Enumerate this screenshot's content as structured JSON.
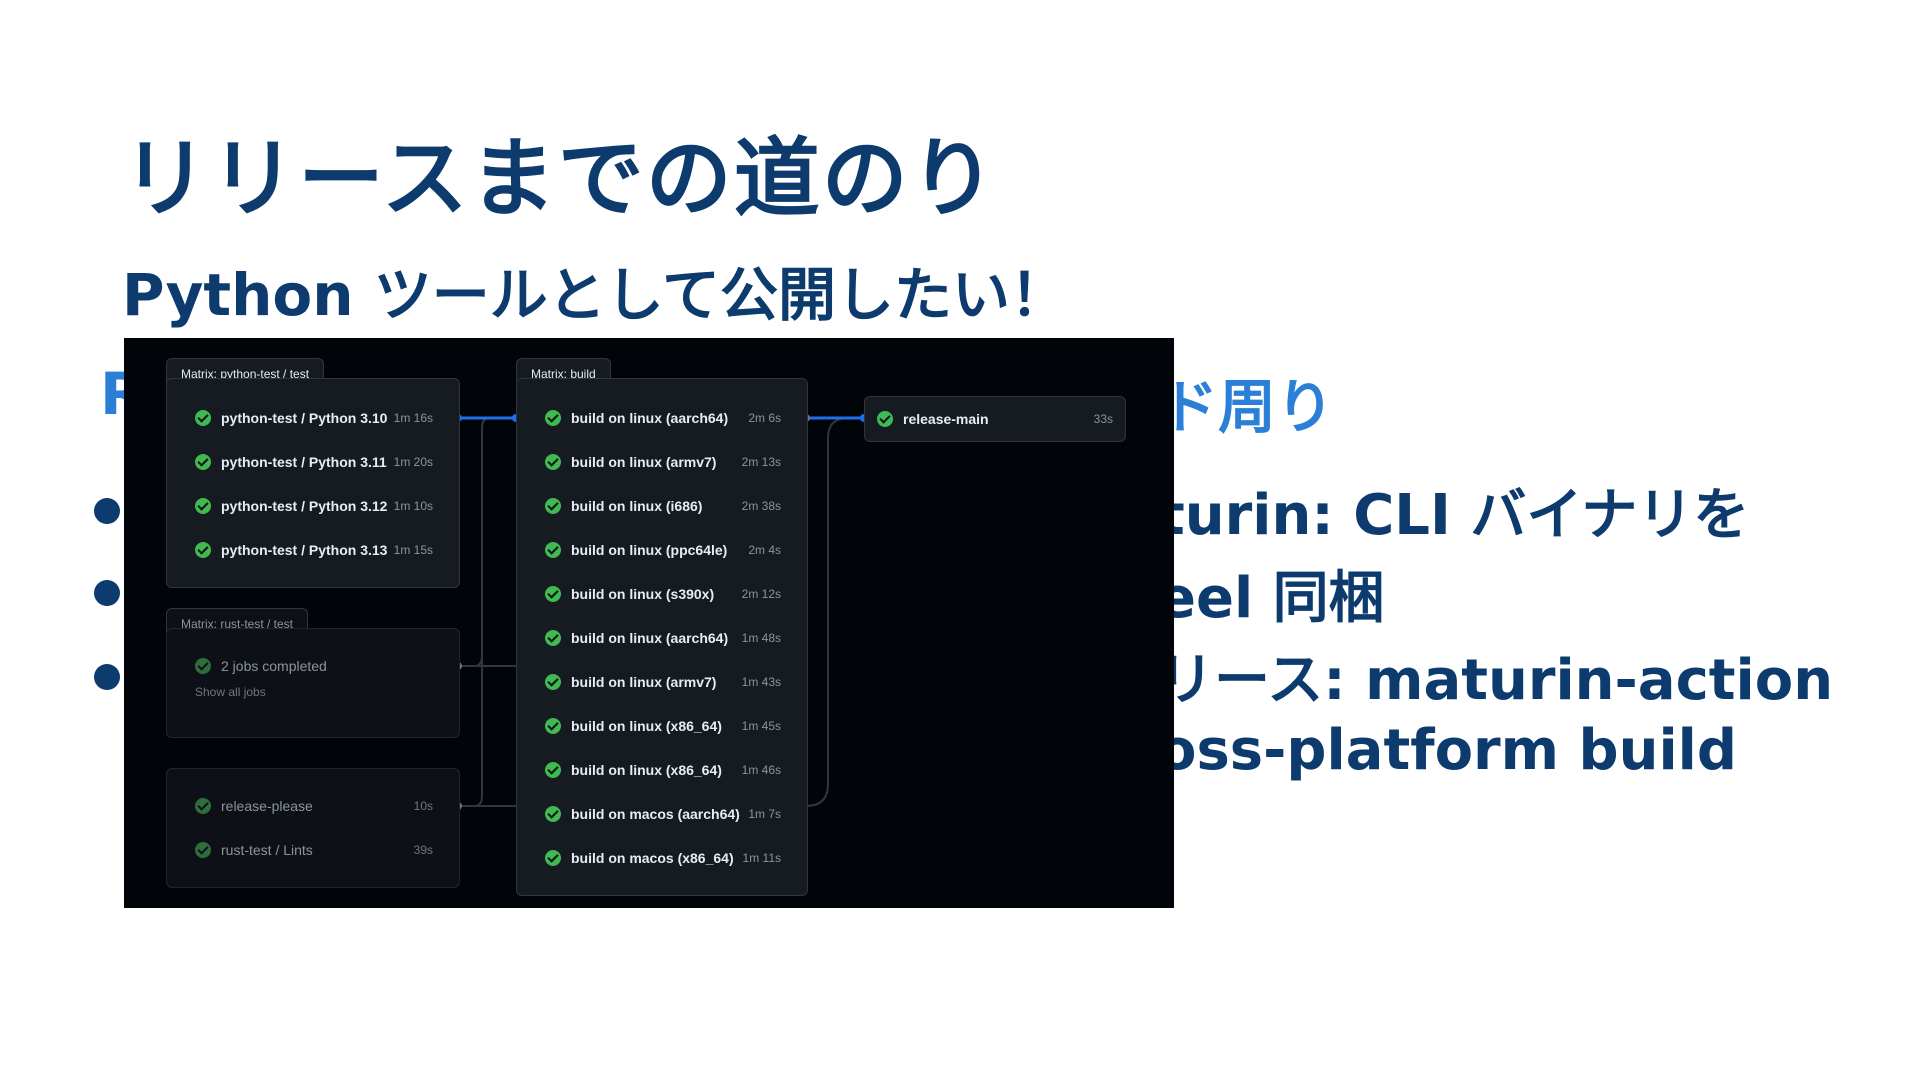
{
  "slide": {
    "title": "リリースまでの道のり",
    "subtitle": "Python ツールとして公開したい！",
    "section_head": "R",
    "section_tail": "ド周り",
    "bullets": [
      "turin: CLI バイナリを",
      "eel 同梱",
      "リース: maturin-action",
      "oss-platform build"
    ]
  },
  "ci": {
    "groups": [
      {
        "tab": "Matrix: python-test / test",
        "jobs": [
          {
            "name": "python-test / Python 3.10",
            "duration": "1m 16s"
          },
          {
            "name": "python-test / Python 3.11",
            "duration": "1m 20s"
          },
          {
            "name": "python-test / Python 3.12",
            "duration": "1m 10s"
          },
          {
            "name": "python-test / Python 3.13",
            "duration": "1m 15s"
          }
        ]
      },
      {
        "tab": "Matrix: rust-test / test",
        "summary": "2 jobs completed",
        "show_all": "Show all jobs"
      },
      {
        "jobs": [
          {
            "name": "release-please",
            "duration": "10s"
          },
          {
            "name": "rust-test / Lints",
            "duration": "39s"
          }
        ]
      },
      {
        "tab": "Matrix: build",
        "jobs": [
          {
            "name": "build on linux (aarch64)",
            "duration": "2m 6s"
          },
          {
            "name": "build on linux (armv7)",
            "duration": "2m 13s"
          },
          {
            "name": "build on linux (i686)",
            "duration": "2m 38s"
          },
          {
            "name": "build on linux (ppc64le)",
            "duration": "2m 4s"
          },
          {
            "name": "build on linux (s390x)",
            "duration": "2m 12s"
          },
          {
            "name": "build on linux (aarch64)",
            "duration": "1m 48s"
          },
          {
            "name": "build on linux (armv7)",
            "duration": "1m 43s"
          },
          {
            "name": "build on linux (x86_64)",
            "duration": "1m 45s"
          },
          {
            "name": "build on linux (x86_64)",
            "duration": "1m 46s"
          },
          {
            "name": "build on macos (aarch64)",
            "duration": "1m 7s"
          },
          {
            "name": "build on macos (x86_64)",
            "duration": "1m 11s"
          }
        ]
      },
      {
        "jobs": [
          {
            "name": "release-main",
            "duration": "33s"
          }
        ]
      }
    ]
  },
  "colors": {
    "title": "#0d3b6e",
    "heading_accent": "#2b7fd6",
    "ci_background": "#010409",
    "success": "#3fb950",
    "active_connector": "#1f6feb"
  }
}
